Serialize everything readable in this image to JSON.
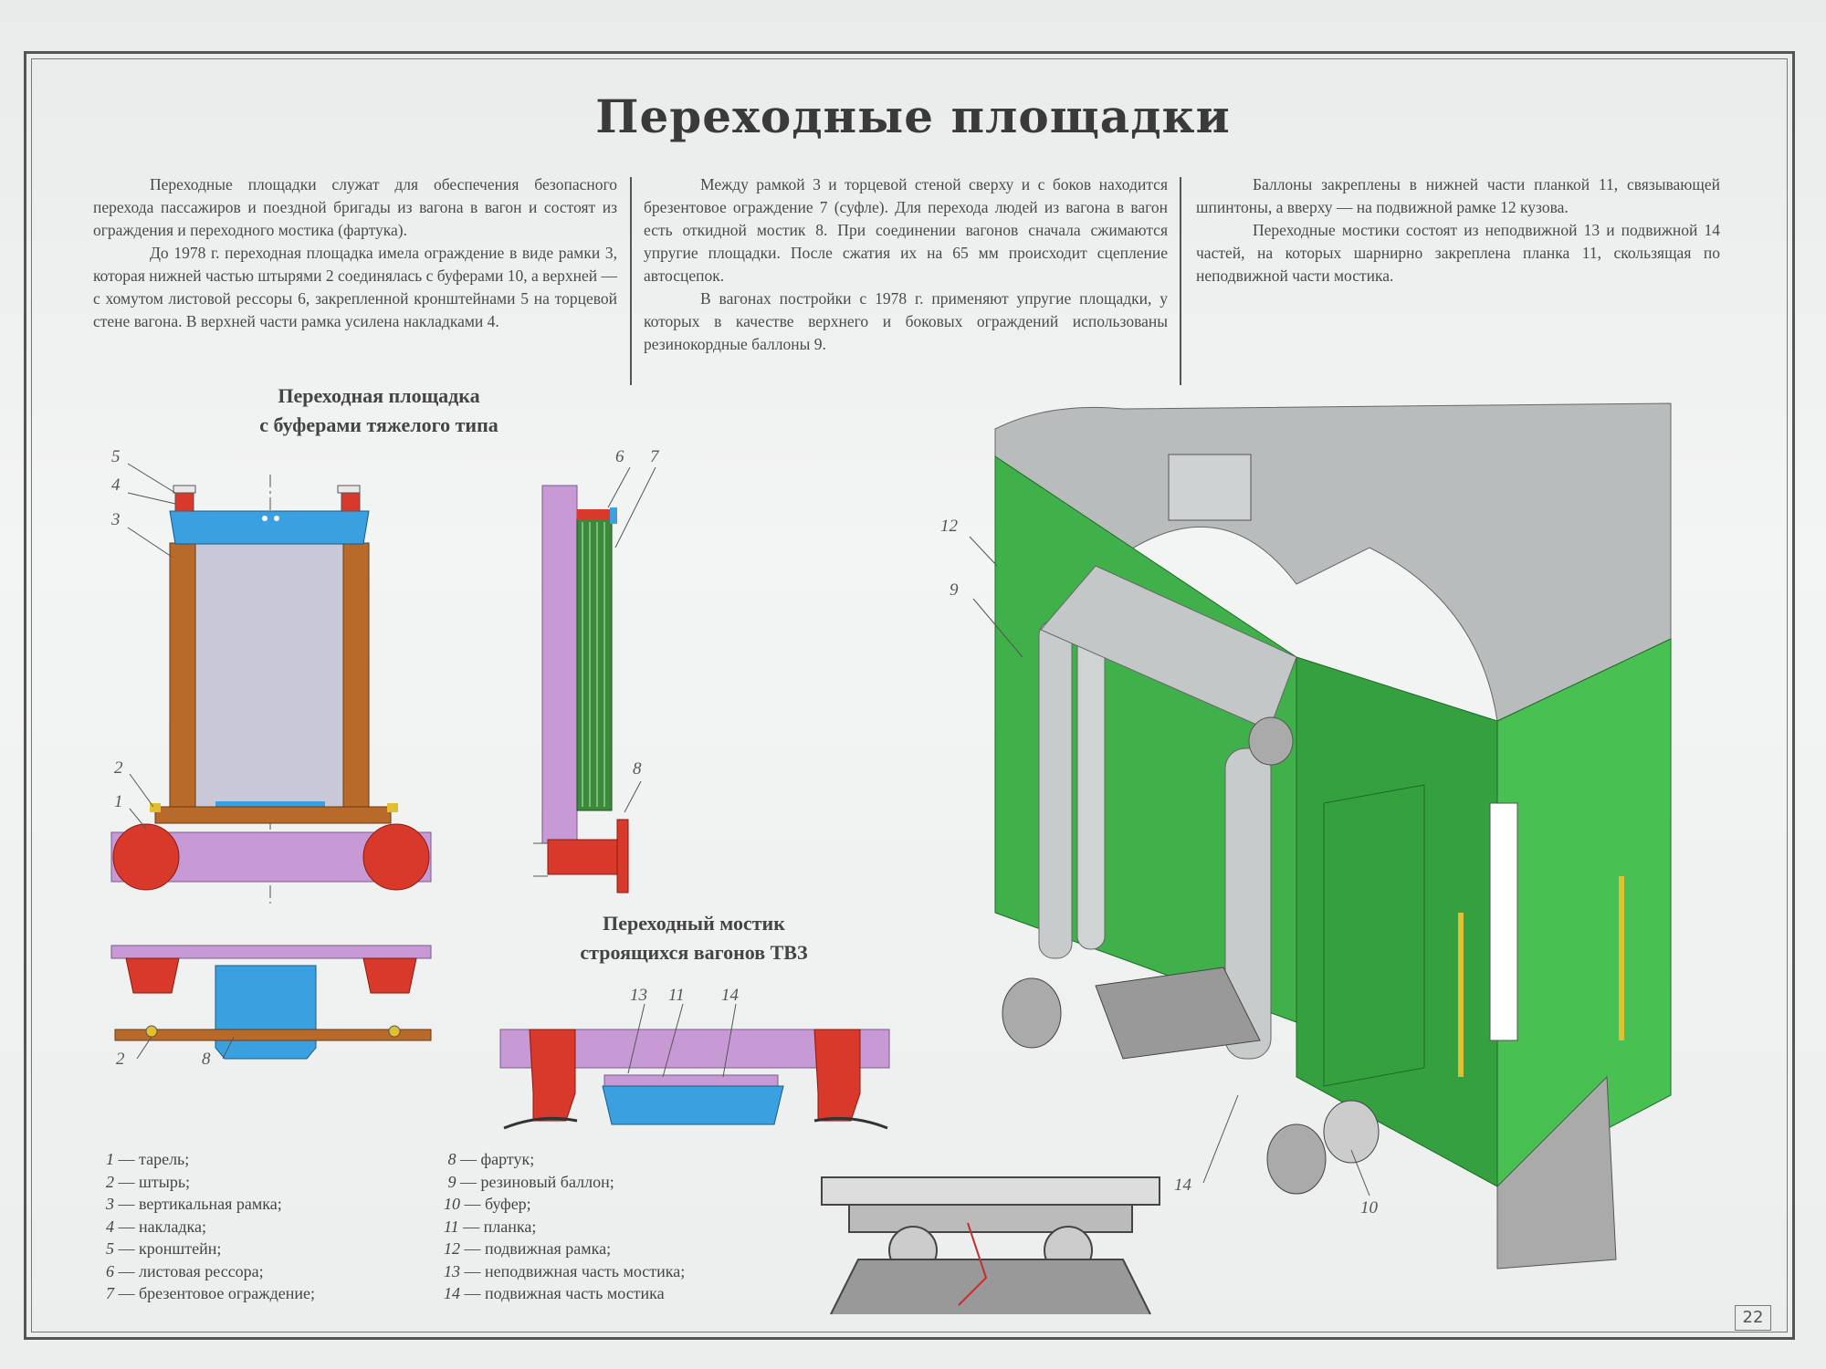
{
  "title": "Переходные площадки",
  "columns": [
    {
      "paragraphs": [
        "Переходные площадки служат для обеспечения безопасного перехода пассажиров и поездной бригады из вагона в вагон и состоят из ограждения и переходного мостика (фартука).",
        "До 1978 г. переходная площадка имела ограждение в виде рамки 3, которая нижней частью штырями 2 соединялась с буферами 10, а верхней — с хомутом листовой рессоры 6, закрепленной кронштейнами 5 на торцевой стене вагона. В верхней части рамка усилена накладками 4."
      ]
    },
    {
      "paragraphs": [
        "Между рамкой 3 и торцевой стеной сверху и с боков находится брезентовое ограждение 7 (суфле). Для перехода людей из вагона в вагон есть откидной мостик 8. При соединении вагонов сначала сжимаются упругие площадки. После сжатия их на 65 мм происходит сцепление автосцепок.",
        "В вагонах постройки с 1978 г. применяют упругие площадки, у которых в качестве верхнего и боковых ограждений использованы резинокордные баллоны 9."
      ]
    },
    {
      "paragraphs": [
        "Баллоны закреплены в нижней части планкой 11, связывающей шпинтоны, а вверху — на подвижной рамке 12 кузова.",
        "Переходные мостики состоят из неподвижной 13 и подвижной 14 частей, на которых шарнирно закреплена планка 11, скользящая по неподвижной части мостика."
      ]
    }
  ],
  "diagrams": {
    "heavy_buffer_title": [
      "Переходная площадка",
      "с буферами тяжелого типа"
    ],
    "bridge_title": [
      "Переходный мостик",
      "строящихся вагонов ТВЗ"
    ],
    "callouts": {
      "frame": [
        "5",
        "4",
        "3",
        "2",
        "1"
      ],
      "side": [
        "6",
        "7",
        "8"
      ],
      "plan": [
        "2",
        "8"
      ],
      "bridge": [
        "13",
        "11",
        "14"
      ],
      "car": [
        "12",
        "9",
        "14",
        "10"
      ]
    }
  },
  "legend": [
    {
      "num": "1",
      "text": "— тарель;"
    },
    {
      "num": "2",
      "text": "— штырь;"
    },
    {
      "num": "3",
      "text": "— вертикальная рамка;"
    },
    {
      "num": "4",
      "text": "— накладка;"
    },
    {
      "num": "5",
      "text": "— кронштейн;"
    },
    {
      "num": "6",
      "text": "— листовая рессора;"
    },
    {
      "num": "7",
      "text": "— брезентовое ограждение;"
    },
    {
      "num": "8",
      "text": "— фартук;"
    },
    {
      "num": "9",
      "text": "— резиновый баллон;"
    },
    {
      "num": "10",
      "text": "— буфер;"
    },
    {
      "num": "11",
      "text": "— планка;"
    },
    {
      "num": "12",
      "text": "— подвижная рамка;"
    },
    {
      "num": "13",
      "text": "— неподвижная часть мостика;"
    },
    {
      "num": "14",
      "text": "— подвижная часть мостика"
    }
  ],
  "page_number": "22",
  "colors": {
    "frame_blue": "#3aa0e0",
    "frame_brown": "#b86a2a",
    "buffer_red": "#d8392b",
    "body_purple": "#c79ad6",
    "car_green": "#3fb04a",
    "roof_gray": "#b9bcbc",
    "bellows_green": "#3b8a3b"
  }
}
